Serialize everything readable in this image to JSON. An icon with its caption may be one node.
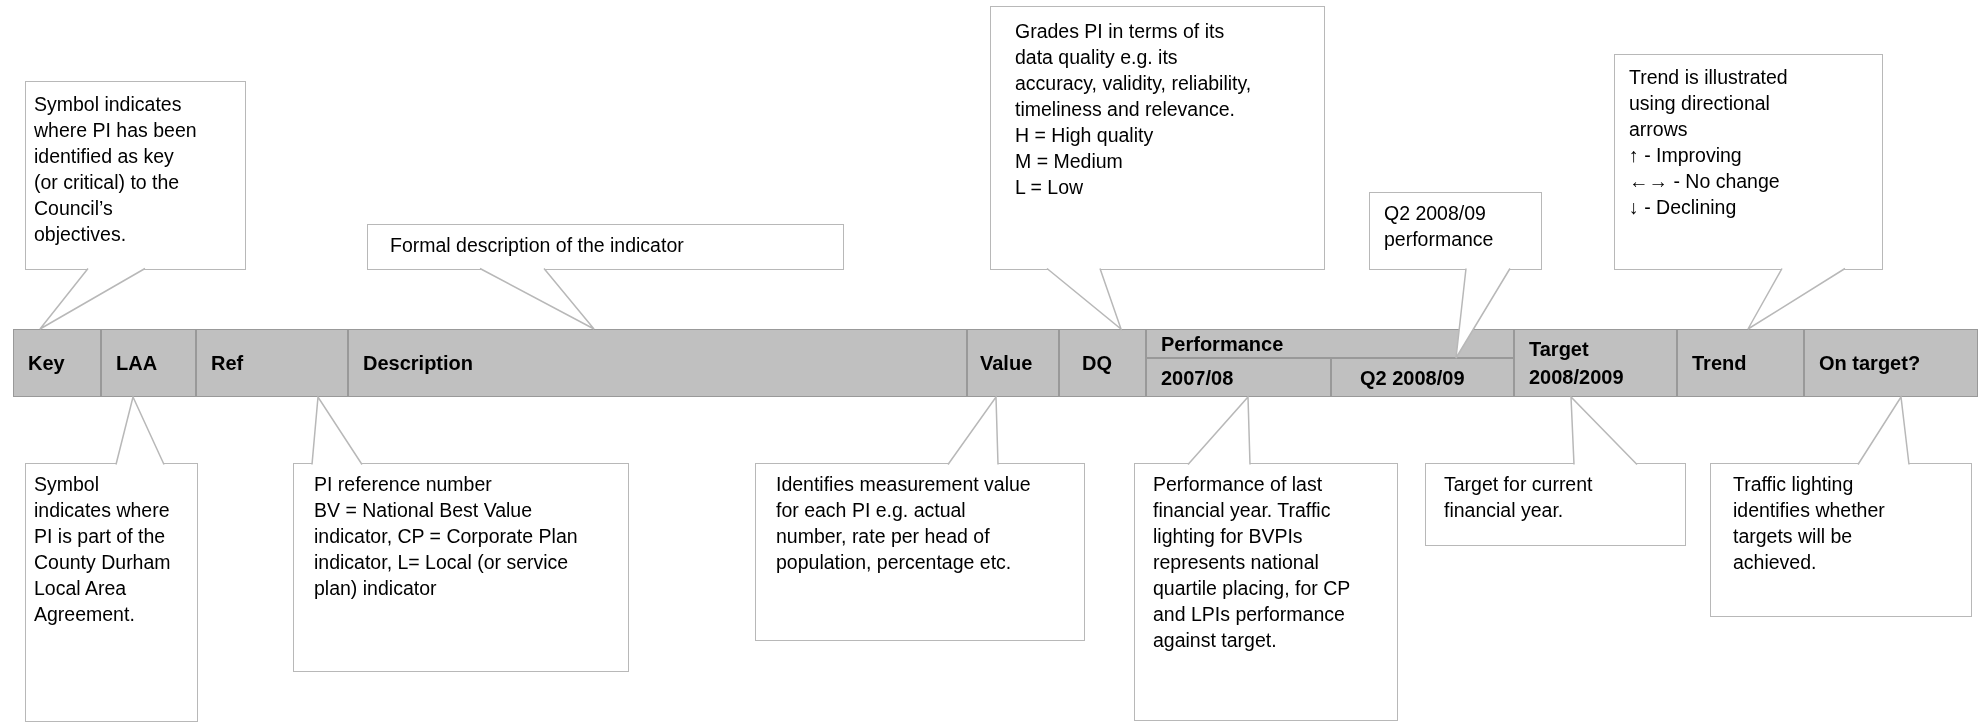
{
  "diagram": {
    "nodes": [
      {
        "text": [
          "Symbol indicates where PI has been identified as key (or critical) to the Council’s objectives."
        ]
      },
      {
        "text": [
          "Formal description of the indicator"
        ]
      },
      {
        "text": [
          "Grades PI in terms of its data quality e.g. its accuracy, validity, reliability, timeliness and relevance.",
          "H = High quality",
          "M = Medium",
          "L = Low"
        ]
      },
      {
        "text": [
          "Q2 2008/09 performance"
        ]
      },
      {
        "text": [
          "Trend is illustrated using directional arrows",
          "↑ - Improving",
          "←→ - No change",
          "↓ - Declining"
        ]
      },
      {
        "text": [
          "Key"
        ]
      },
      {
        "text": [
          "LAA"
        ]
      },
      {
        "text": [
          "Ref"
        ]
      },
      {
        "text": [
          "Description"
        ]
      },
      {
        "text": [
          "Value"
        ]
      },
      {
        "text": [
          "DQ"
        ]
      },
      {
        "text": [
          "Performance"
        ]
      },
      {
        "text": [
          "2007/08"
        ]
      },
      {
        "text": [
          "Q2 2008/09"
        ]
      },
      {
        "text": [
          "Target 2008/2009"
        ]
      },
      {
        "text": [
          "Trend"
        ]
      },
      {
        "text": [
          "On target?"
        ]
      },
      {
        "text": [
          "Symbol indicates where PI is part of the County Durham Local Area Agreement."
        ]
      },
      {
        "text": [
          "PI reference number",
          "BV = National Best Value indicator, CP = Corporate Plan indicator, L= Local (or service plan) indicator"
        ]
      },
      {
        "text": [
          "Identifies measurement value for each PI e.g. actual number, rate per head of population, percentage etc."
        ]
      },
      {
        "text": [
          "Performance of last financial year. Traffic lighting for BVPIs represents national quartile placing, for CP and LPIs performance against target."
        ]
      },
      {
        "text": [
          "Target for current financial year."
        ]
      },
      {
        "text": [
          "Traffic lighting identifies whether targets will be achieved."
        ]
      }
    ],
    "edges": [
      {
        "from": 0,
        "to": 5,
        "arrow": "to"
      },
      {
        "from": 1,
        "to": 8,
        "arrow": "to"
      },
      {
        "from": 2,
        "to": 10,
        "arrow": "to"
      },
      {
        "from": 3,
        "to": 13,
        "arrow": "to"
      },
      {
        "from": 4,
        "to": 15,
        "arrow": "to"
      },
      {
        "from": 17,
        "to": 6,
        "arrow": "to"
      },
      {
        "from": 18,
        "to": 7,
        "arrow": "to"
      },
      {
        "from": 19,
        "to": 9,
        "arrow": "to"
      },
      {
        "from": 20,
        "to": 12,
        "arrow": "to"
      },
      {
        "from": 21,
        "to": 14,
        "arrow": "to"
      },
      {
        "from": 22,
        "to": 16,
        "arrow": "to"
      }
    ]
  }
}
